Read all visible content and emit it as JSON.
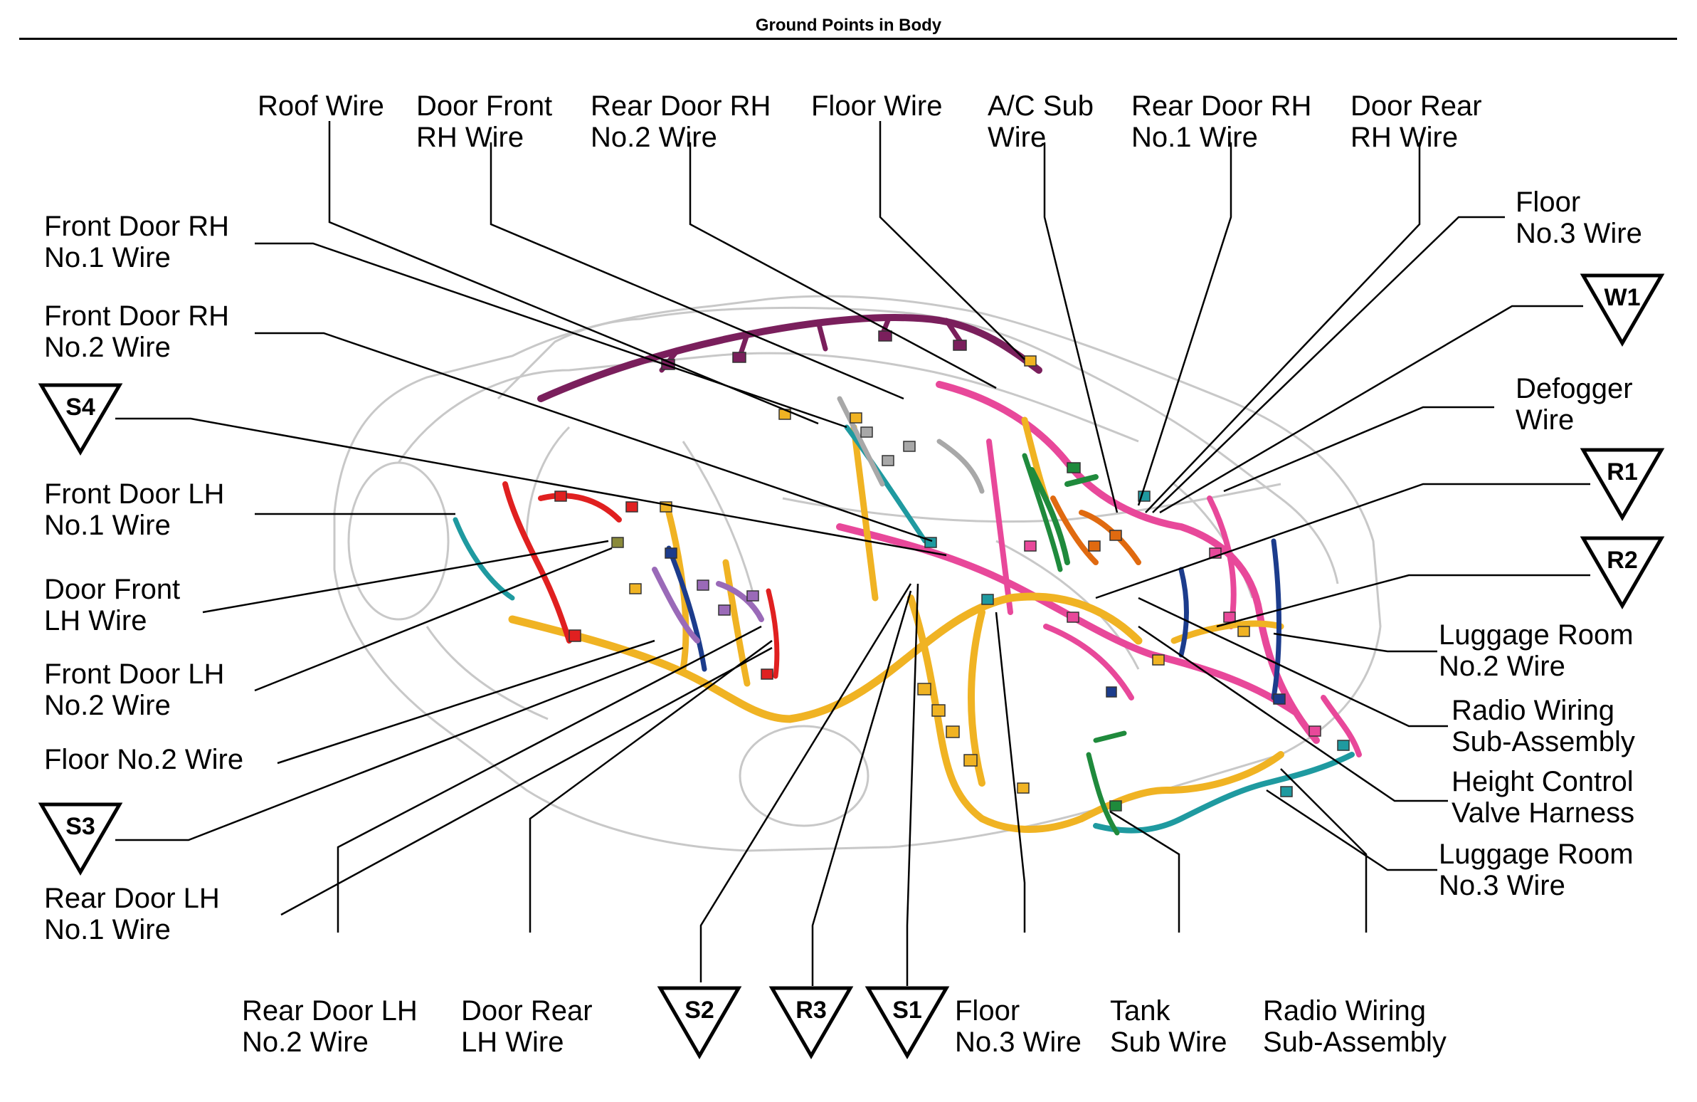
{
  "title": "Ground Points in Body",
  "colors": {
    "yellow": "#f0b323",
    "pink": "#e8489a",
    "purple": "#7a1f5c",
    "teal": "#1f9aa0",
    "red": "#e02020",
    "blue": "#1c3c8c",
    "green": "#1f8a3c",
    "orange": "#e06a10",
    "lavender": "#9a6ab8",
    "gray": "#a8a8a8",
    "outline": "#c8c8c8"
  },
  "labels": {
    "roof": [
      "Roof Wire"
    ],
    "door_front_rh": [
      "Door Front",
      "RH Wire"
    ],
    "rear_door_rh_2": [
      "Rear Door RH",
      "No.2 Wire"
    ],
    "floor": [
      "Floor Wire"
    ],
    "ac_sub": [
      "A/C Sub",
      "Wire"
    ],
    "rear_door_rh_1": [
      "Rear Door RH",
      "No.1 Wire"
    ],
    "door_rear_rh": [
      "Door Rear",
      "RH Wire"
    ],
    "front_door_rh_1": [
      "Front Door RH",
      "No.1 Wire"
    ],
    "front_door_rh_2": [
      "Front Door RH",
      "No.2 Wire"
    ],
    "front_door_lh_1": [
      "Front Door LH",
      "No.1 Wire"
    ],
    "door_front_lh": [
      "Door Front",
      "LH Wire"
    ],
    "front_door_lh_2": [
      "Front Door LH",
      "No.2 Wire"
    ],
    "floor_no2": [
      "Floor No.2 Wire"
    ],
    "rear_door_lh_1": [
      "Rear Door LH",
      "No.1 Wire"
    ],
    "floor_no3_top": [
      "Floor",
      "No.3 Wire"
    ],
    "defogger": [
      "Defogger",
      "Wire"
    ],
    "luggage_2": [
      "Luggage Room",
      "No.2 Wire"
    ],
    "radio_right": [
      "Radio Wiring",
      "Sub-Assembly"
    ],
    "height_control": [
      "Height Control",
      "Valve Harness"
    ],
    "luggage_3": [
      "Luggage Room",
      "No.3 Wire"
    ],
    "rear_door_lh_2": [
      "Rear Door LH",
      "No.2 Wire"
    ],
    "door_rear_lh": [
      "Door Rear",
      "LH Wire"
    ],
    "floor_no3_bottom": [
      "Floor",
      "No.3 Wire"
    ],
    "tank_sub": [
      "Tank",
      "Sub Wire"
    ],
    "radio_bottom": [
      "Radio Wiring",
      "Sub-Assembly"
    ]
  },
  "grounds": {
    "s4": "S4",
    "s3": "S3",
    "s2": "S2",
    "r3": "R3",
    "s1": "S1",
    "w1": "W1",
    "r1": "R1",
    "r2": "R2"
  }
}
